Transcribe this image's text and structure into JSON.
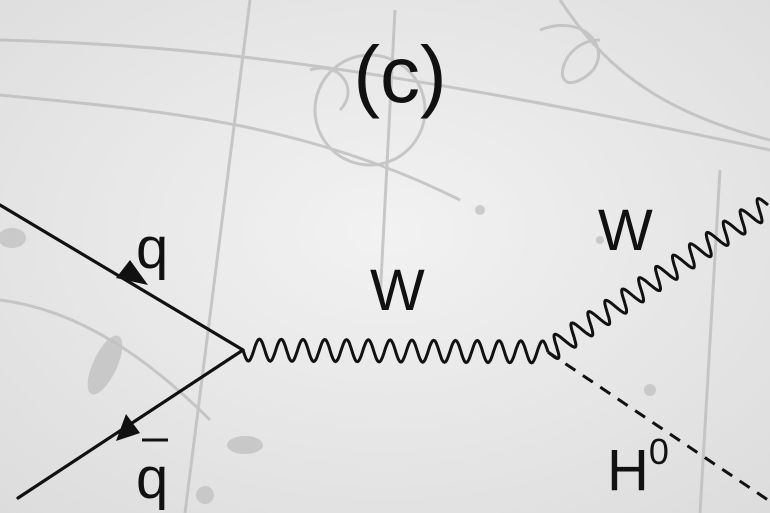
{
  "diagram": {
    "panel_label": "(c)",
    "particles": {
      "quark_in": "q",
      "antiquark": "q",
      "w_propagator": "W",
      "w_outgoing": "W",
      "higgs": "H",
      "higgs_superscript": "0"
    },
    "colors": {
      "background": "#e9e9e9",
      "ink": "#111111",
      "bubble_tracks": "#b9b9b9"
    }
  }
}
